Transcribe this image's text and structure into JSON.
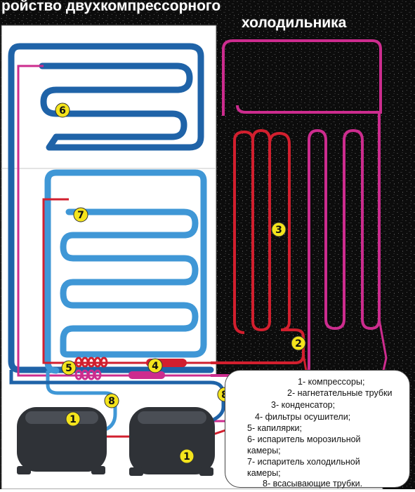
{
  "title": {
    "line1": "ройство двухкомпрессорного",
    "line2": "холодильника"
  },
  "colors": {
    "evaporator_blue": "#1f63a8",
    "evaporator_light_blue": "#3f97d6",
    "condenser_red": "#d21f2e",
    "tube_magenta": "#cc2c8e",
    "marker_yellow": "#f4e41c",
    "compressor": "#2f3237"
  },
  "markers": {
    "m1a": "1",
    "m1b": "1",
    "m2": "2",
    "m3": "3",
    "m4": "4",
    "m5": "5",
    "m6": "6",
    "m7": "7",
    "m8a": "8",
    "m8b": "8"
  },
  "legend": [
    "1- компрессоры;",
    "2- нагнетательные трубки",
    "3- конденсатор;",
    "4- фильтры осушители;",
    "5- капилярки;",
    "6- испаритель морозильной",
    "камеры;",
    "7- испаритель холодильной",
    "камеры;",
    "8- всасывающие трубки."
  ]
}
